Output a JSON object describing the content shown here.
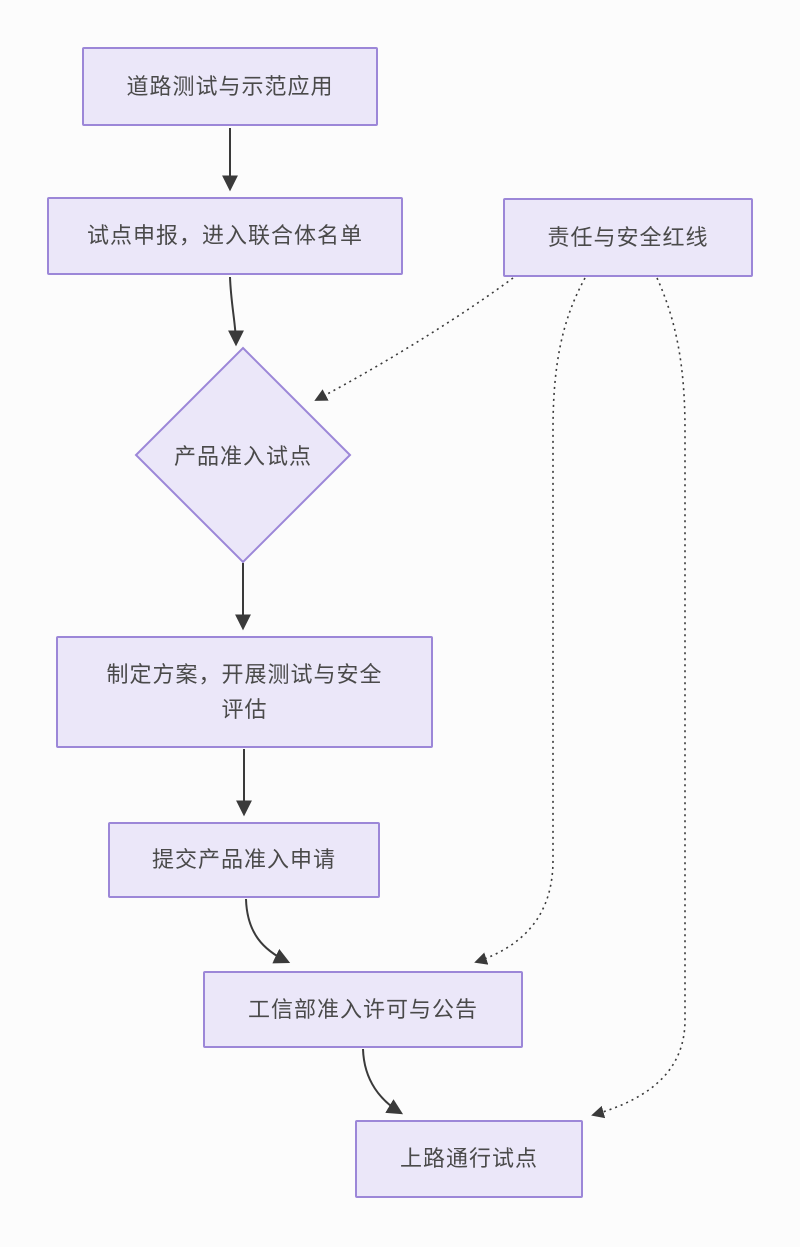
{
  "diagram": {
    "type": "flowchart",
    "background_color": "#fcfcfc",
    "node_fill_color": "#ebe7f9",
    "node_border_color": "#9c87d8",
    "text_color": "#4a4a4a",
    "arrow_color": "#3a3a3a"
  },
  "nodes": [
    {
      "id": "road-test",
      "shape": "rect",
      "label": "道路测试与示范应用"
    },
    {
      "id": "pilot-apply",
      "shape": "rect",
      "label": "试点申报，进入联合体名单"
    },
    {
      "id": "safety-redline",
      "shape": "rect",
      "label": "责任与安全红线"
    },
    {
      "id": "product-access-pilot",
      "shape": "diamond",
      "label": "产品准入试点"
    },
    {
      "id": "plan-and-test",
      "shape": "rect",
      "label": "制定方案，开展测试与安全\n评估"
    },
    {
      "id": "submit-access-application",
      "shape": "rect",
      "label": "提交产品准入申请"
    },
    {
      "id": "miit-permit-announcement",
      "shape": "rect",
      "label": "工信部准入许可与公告"
    },
    {
      "id": "road-pass-pilot",
      "shape": "rect",
      "label": "上路通行试点"
    }
  ],
  "edges": [
    {
      "from": "road-test",
      "to": "pilot-apply",
      "style": "solid"
    },
    {
      "from": "pilot-apply",
      "to": "product-access-pilot",
      "style": "solid"
    },
    {
      "from": "product-access-pilot",
      "to": "plan-and-test",
      "style": "solid"
    },
    {
      "from": "plan-and-test",
      "to": "submit-access-application",
      "style": "solid"
    },
    {
      "from": "submit-access-application",
      "to": "miit-permit-announcement",
      "style": "solid"
    },
    {
      "from": "miit-permit-announcement",
      "to": "road-pass-pilot",
      "style": "solid"
    },
    {
      "from": "safety-redline",
      "to": "product-access-pilot",
      "style": "dotted"
    },
    {
      "from": "safety-redline",
      "to": "miit-permit-announcement",
      "style": "dotted"
    },
    {
      "from": "safety-redline",
      "to": "road-pass-pilot",
      "style": "dotted"
    }
  ]
}
